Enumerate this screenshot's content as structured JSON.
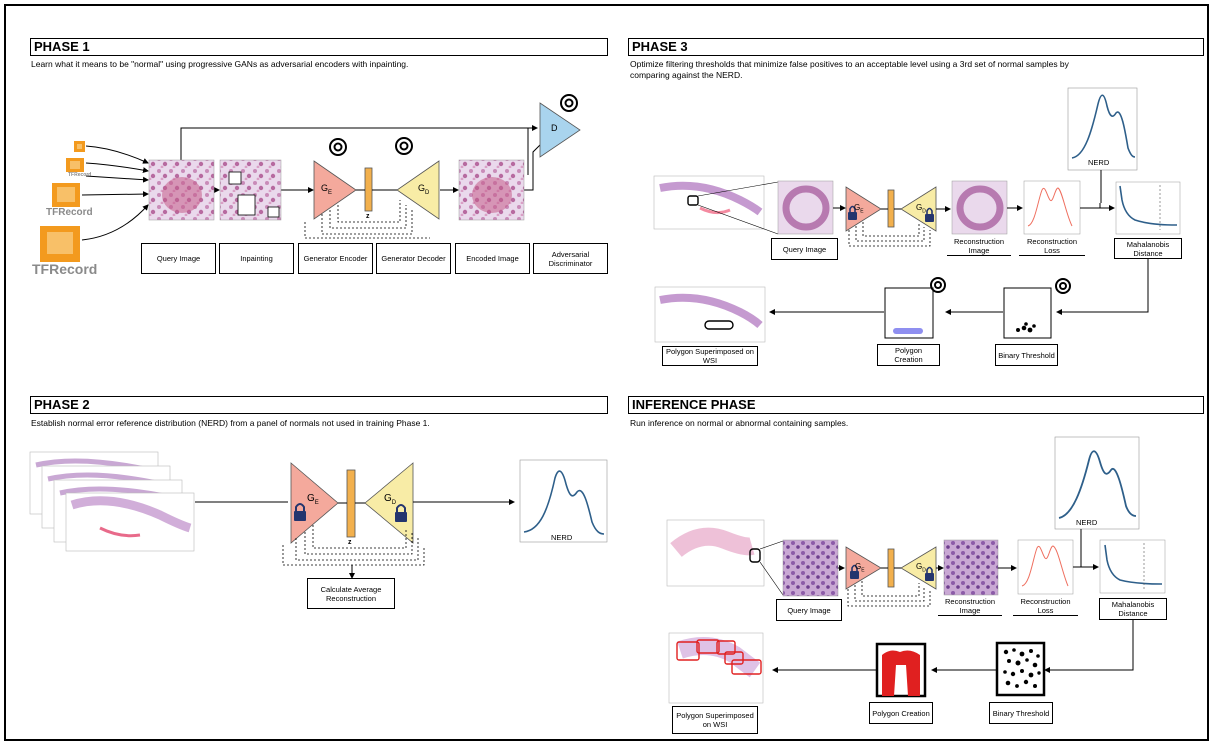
{
  "phase1": {
    "title": "PHASE 1",
    "description": "Learn what it means to be \"normal\" using progressive GANs as adversarial encoders with inpainting.",
    "tfrecord_labels": [
      "TFRecord",
      "TFRecord",
      "TFRecord"
    ],
    "ge_label": "G",
    "ge_sub": "E",
    "gd_label": "G",
    "gd_sub": "D",
    "d_label": "D",
    "z_label": "z",
    "labels": [
      "Query Image",
      "Inpainting",
      "Generator Encoder",
      "Generator Decoder",
      "Encoded Image",
      "Adversarial Discriminator"
    ]
  },
  "phase2": {
    "title": "PHASE 2",
    "description": "Establish normal error reference distribution (NERD) from a panel of normals not used in training Phase 1.",
    "ge_label": "G",
    "ge_sub": "E",
    "gd_label": "G",
    "gd_sub": "D",
    "z_label": "z",
    "nerd_label": "NERD",
    "calc_label": "Calculate Average Reconstruction"
  },
  "phase3": {
    "title": "PHASE 3",
    "description_line1": "Optimize filtering thresholds that minimize false positives to an acceptable level using a 3rd set of normal samples by",
    "description_line2": "comparing against the NERD.",
    "nerd_label": "NERD",
    "ge_label": "G",
    "ge_sub": "E",
    "gd_label": "G",
    "gd_sub": "D",
    "labels": [
      "Query Image",
      "Reconstruction Image",
      "Reconstruction Loss",
      "Mahalanobis Distance"
    ],
    "bottom_labels": [
      "Polygon Superimposed on WSI",
      "Polygon Creation",
      "Binary Threshold"
    ]
  },
  "inference": {
    "title": "INFERENCE PHASE",
    "description": "Run inference on normal or abnormal containing samples.",
    "nerd_label": "NERD",
    "ge_label": "G",
    "ge_sub": "E",
    "gd_label": "G",
    "gd_sub": "D",
    "labels": [
      "Query Image",
      "Reconstruction Image",
      "Reconstruction Loss",
      "Mahalanobis Distance"
    ],
    "bottom_labels": [
      "Polygon Superimposed on WSI",
      "Polygon Creation",
      "Binary Threshold"
    ]
  },
  "colors": {
    "encoder": "#f4a99c",
    "decoder": "#f8eca6",
    "discriminator": "#a9d4ee",
    "latent": "#f2b04d",
    "tissue": "#d7b3d9",
    "nerd_line": "#2e5f8a",
    "loss_line": "#ef6f5f",
    "lock": "#24356e",
    "polygon_red": "#e02020",
    "blob_blue": "#8f8ff0"
  },
  "icons": [
    "tfrecord-icon",
    "progressive-growth-icon",
    "lock-icon"
  ]
}
